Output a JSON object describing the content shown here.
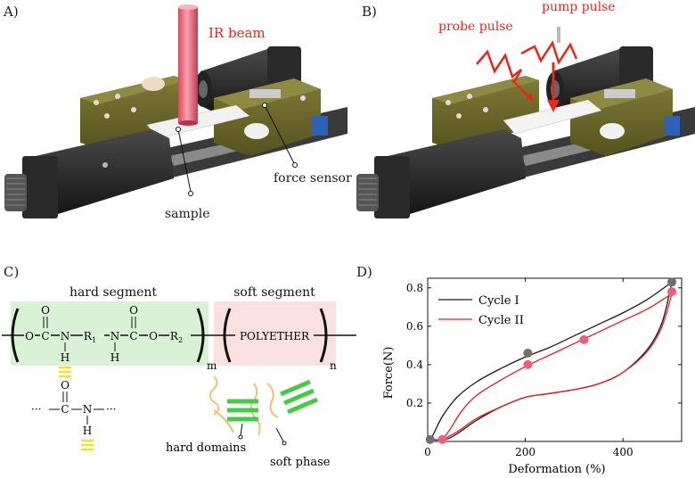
{
  "panel_a": {
    "letter": "A)",
    "ir_beam_label": "IR beam",
    "sample_label": "sample",
    "force_sensor_label": "force sensor"
  },
  "panel_b": {
    "letter": "B)",
    "probe_pulse_label": "probe pulse",
    "pump_pulse_label": "pump pulse"
  },
  "panel_c": {
    "letter": "C)",
    "hard_segment_title": "hard segment",
    "soft_segment_title": "soft segment",
    "atoms": {
      "O": "O",
      "C": "C",
      "N": "N",
      "H": "H",
      "R1": "R",
      "R1_sub": "1",
      "R2": "R",
      "R2_sub": "2",
      "dash": "–",
      "dots": "···"
    },
    "polyether_label": "POLYETHER",
    "subscript_m": "m",
    "subscript_n": "n",
    "hard_domains_label": "hard domains",
    "soft_phase_label": "soft phase"
  },
  "panel_d": {
    "letter": "D)"
  },
  "colors": {
    "curve_cycle1": "#1a1a1a",
    "curve_cycle2": "#e02020",
    "marker_cycle1": "#707070",
    "marker_cycle2": "#f05c7a",
    "hard_bg": "#d9f2d6",
    "soft_bg": "#fbe0e0",
    "label_red": "#e8261c",
    "hbond_yellow": "#f0e030",
    "hard_domain_green": "#44cc44",
    "soft_chain_tan": "#f0c070",
    "plate_olive": "#6e6a2c"
  },
  "chart_data": {
    "type": "line",
    "xlabel": "Deformation (%)",
    "ylabel": "Force(N)",
    "xlim": [
      0,
      520
    ],
    "ylim": [
      0,
      0.85
    ],
    "xticks": [
      0,
      200,
      400
    ],
    "yticks": [
      0.2,
      0.4,
      0.6,
      0.8
    ],
    "xtick_labels": [
      "0",
      "200",
      "400"
    ],
    "ytick_labels": [
      "0.2",
      "0.4",
      "0.6",
      "0.8"
    ],
    "grid": false,
    "legend_position": "top-left",
    "series": [
      {
        "name": "Cycle I",
        "loading": [
          [
            0,
            0.01
          ],
          [
            10,
            0.03
          ],
          [
            30,
            0.13
          ],
          [
            60,
            0.23
          ],
          [
            100,
            0.31
          ],
          [
            150,
            0.38
          ],
          [
            200,
            0.44
          ],
          [
            250,
            0.49
          ],
          [
            300,
            0.55
          ],
          [
            350,
            0.61
          ],
          [
            400,
            0.67
          ],
          [
            450,
            0.74
          ],
          [
            500,
            0.83
          ]
        ],
        "unloading": [
          [
            500,
            0.83
          ],
          [
            480,
            0.62
          ],
          [
            450,
            0.48
          ],
          [
            400,
            0.36
          ],
          [
            350,
            0.3
          ],
          [
            300,
            0.27
          ],
          [
            250,
            0.25
          ],
          [
            200,
            0.23
          ],
          [
            150,
            0.18
          ],
          [
            100,
            0.11
          ],
          [
            60,
            0.04
          ],
          [
            35,
            0.01
          ],
          [
            0,
            0.01
          ]
        ],
        "markers": [
          [
            5,
            0.01
          ],
          [
            205,
            0.46
          ],
          [
            500,
            0.83
          ]
        ]
      },
      {
        "name": "Cycle II",
        "loading": [
          [
            30,
            0.01
          ],
          [
            45,
            0.06
          ],
          [
            70,
            0.16
          ],
          [
            100,
            0.24
          ],
          [
            150,
            0.32
          ],
          [
            200,
            0.39
          ],
          [
            250,
            0.45
          ],
          [
            300,
            0.51
          ],
          [
            350,
            0.57
          ],
          [
            400,
            0.63
          ],
          [
            450,
            0.69
          ],
          [
            500,
            0.77
          ]
        ],
        "unloading": [
          [
            500,
            0.77
          ],
          [
            480,
            0.6
          ],
          [
            450,
            0.47
          ],
          [
            400,
            0.36
          ],
          [
            350,
            0.3
          ],
          [
            300,
            0.27
          ],
          [
            250,
            0.25
          ],
          [
            200,
            0.23
          ],
          [
            150,
            0.18
          ],
          [
            100,
            0.12
          ],
          [
            60,
            0.05
          ],
          [
            30,
            0.01
          ]
        ],
        "markers": [
          [
            30,
            0.01
          ],
          [
            205,
            0.4
          ],
          [
            320,
            0.53
          ],
          [
            500,
            0.78
          ]
        ]
      }
    ]
  }
}
